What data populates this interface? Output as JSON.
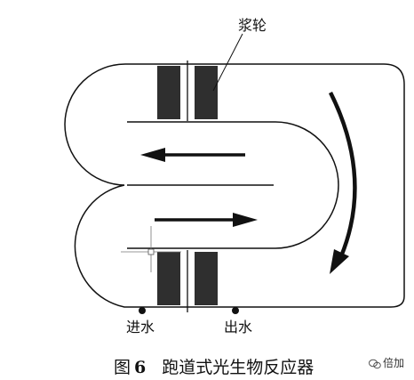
{
  "labels": {
    "paddle_wheel": "浆轮",
    "water_inlet": "进水",
    "water_outlet": "出水"
  },
  "caption": {
    "figure": "图",
    "number": "6",
    "title": "跑道式光生物反应器"
  },
  "watermark": {
    "text": "倍加"
  },
  "colors": {
    "line": "#111111",
    "paddle": "#2f2f2f",
    "background": "#ffffff"
  }
}
